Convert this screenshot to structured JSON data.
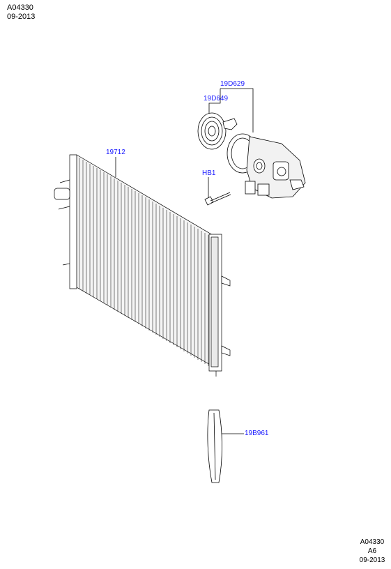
{
  "header": {
    "code": "A04330",
    "date": "09-2013"
  },
  "callouts": {
    "compressor_assembly": "19D629",
    "clutch": "19D649",
    "condenser": "19712",
    "bolt": "HB1",
    "seal": "19B961"
  },
  "footer": {
    "code": "A04330",
    "sheet": "A6",
    "date": "09-2013"
  },
  "colors": {
    "callout_text": "#1a1aff",
    "line": "#000000"
  },
  "icons": [
    "condenser-icon",
    "compressor-icon",
    "clutch-pulley-icon",
    "bolt-icon",
    "seal-strip-icon"
  ]
}
